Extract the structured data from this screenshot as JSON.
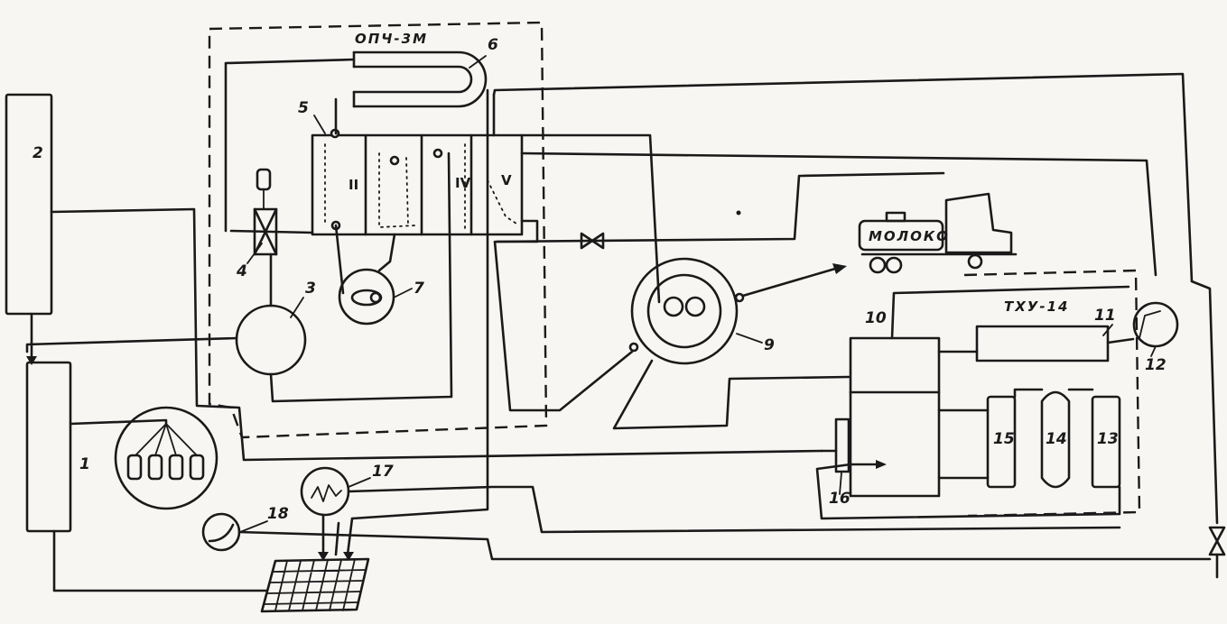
{
  "labels": {
    "n1": "1",
    "n2": "2",
    "n3": "3",
    "n4": "4",
    "n5": "5",
    "n6": "6",
    "n7": "7",
    "n9": "9",
    "n10": "10",
    "n11": "11",
    "n12": "12",
    "n13": "13",
    "n14": "14",
    "n15": "15",
    "n16": "16",
    "n17": "17",
    "n18": "18"
  },
  "captions": {
    "opch": "ОПЧ-3М",
    "txu": "ТХУ-14",
    "tank_text": "МОЛОКО"
  },
  "sections": {
    "s2": "II",
    "s4": "IV",
    "s5": "V"
  }
}
